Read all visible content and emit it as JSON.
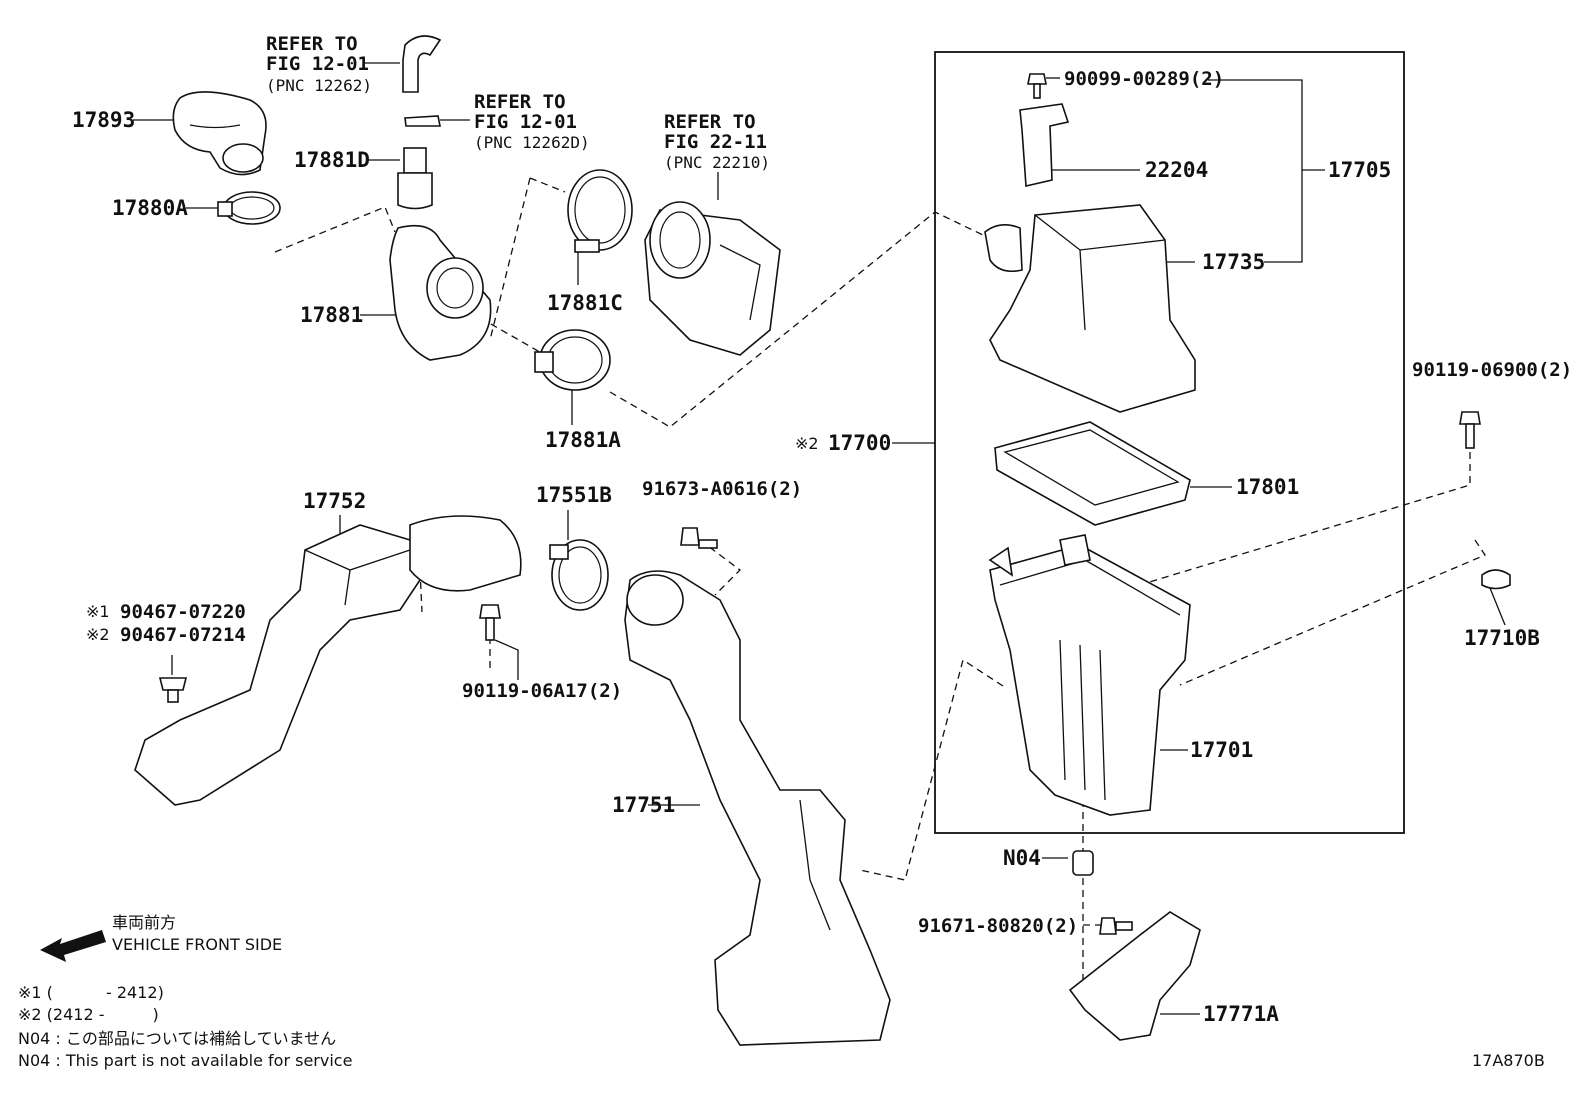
{
  "refs": {
    "r1": [
      "REFER TO",
      "FIG 12-01",
      "(PNC 12262)"
    ],
    "r2": [
      "REFER TO",
      "FIG 12-01",
      "(PNC 12262D)"
    ],
    "r3": [
      "REFER TO",
      "FIG 22-11",
      "(PNC 22210)"
    ]
  },
  "parts": {
    "p17893": "17893",
    "p17881D": "17881D",
    "p17880A": "17880A",
    "p17881": "17881",
    "p17881C": "17881C",
    "p17881A": "17881A",
    "p90099": "90099-00289(2)",
    "p22204": "22204",
    "p17705": "17705",
    "p17735": "17735",
    "p17700": "17700",
    "p17801": "17801",
    "p90119_069": "90119-06900(2)",
    "p17710B": "17710B",
    "p17701": "17701",
    "pN04": "N04",
    "p91671": "91671-80820(2)",
    "p17771A": "17771A",
    "p17752": "17752",
    "p17551B": "17551B",
    "p91673": "91673-A0616(2)",
    "p90467_1": "90467-07220",
    "p90467_2": "90467-07214",
    "p90119_06A": "90119-06A17(2)",
    "p17751": "17751"
  },
  "marks": {
    "m1": "※1",
    "m2": "※2"
  },
  "legend": {
    "jp_front": "車両前方",
    "en_front": "VEHICLE FRONT SIDE",
    "note1": "※1 (　　　 - 2412)",
    "note2": "※2 (2412 -　　　)",
    "n04_jp": "N04 : この部品については補給していません",
    "n04_en": "N04 : This part is not available for service"
  },
  "figure_id": "17A870B"
}
